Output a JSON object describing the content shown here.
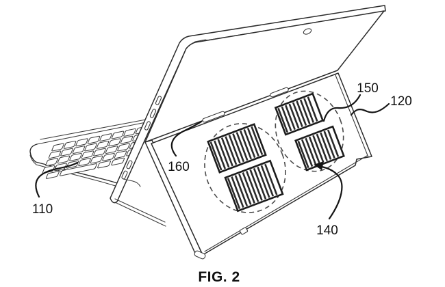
{
  "caption": "FIG. 2",
  "labels": {
    "ref110": "110",
    "ref120": "120",
    "ref140": "140",
    "ref150": "150",
    "ref160": "160"
  },
  "colors": {
    "ink": "#2b2b2b",
    "paper": "#ffffff"
  }
}
